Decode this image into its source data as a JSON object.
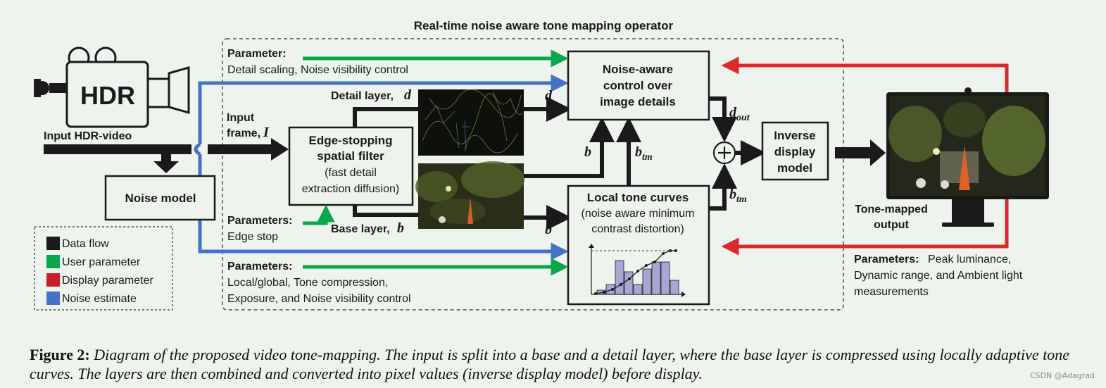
{
  "title": "Real-time noise aware tone mapping operator",
  "camera": {
    "label": "HDR",
    "caption": "Input HDR-video"
  },
  "noise_model": "Noise model",
  "input_frame": {
    "label": "Input",
    "label2": "frame,",
    "symbol": "I"
  },
  "edge_filter": {
    "title1": "Edge-stopping",
    "title2": "spatial filter",
    "sub1": "(fast detail",
    "sub2": "extraction diffusion)"
  },
  "detail_layer": {
    "label": "Detail layer,",
    "symbol": "d"
  },
  "base_layer": {
    "label": "Base layer,",
    "symbol": "b"
  },
  "noise_aware": {
    "line1": "Noise-aware",
    "line2": "control over",
    "line3": "image details"
  },
  "local_tone": {
    "title": "Local tone curves",
    "sub1": "(noise aware minimum",
    "sub2": "contrast  distortion)"
  },
  "inverse_display": {
    "line1": "Inverse",
    "line2": "display",
    "line3": "model"
  },
  "symbols": {
    "d": "d",
    "b": "b",
    "b_tm": "b",
    "tm": "tm",
    "d_out": "d",
    "out": "out",
    "plus": "+"
  },
  "output": {
    "line1": "Tone-mapped",
    "line2": "output"
  },
  "params_top": {
    "title": "Parameter:",
    "text": "Detail scaling, Noise visibility control"
  },
  "params_edge": {
    "title": "Parameters:",
    "text": "Edge stop"
  },
  "params_bottom": {
    "title": "Parameters:",
    "text1": "Local/global, Tone compression,",
    "text2": "Exposure, and Noise visibility control"
  },
  "params_display": {
    "title": "Parameters:",
    "text1": "Peak luminance,",
    "text2": "Dynamic range, and Ambient light",
    "text3": "measurements"
  },
  "legend": [
    {
      "label": "Data flow",
      "color": "#1a1a1a"
    },
    {
      "label": "User parameter",
      "color": "#0aa64b"
    },
    {
      "label": "Display parameter",
      "color": "#c8202a"
    },
    {
      "label": "Noise estimate",
      "color": "#4472c4"
    }
  ],
  "colors": {
    "data": "#1a1a1a",
    "user": "#0aa64b",
    "display": "#d92a2e",
    "noise": "#4472c4",
    "bars": "#a9a6d6"
  },
  "caption": {
    "figure": "Figure 2:",
    "text": "Diagram of the proposed video tone-mapping. The input is split into a base and a detail layer, where the base layer is compressed using locally adaptive tone curves. The layers are then combined and converted into pixel values (inverse display model) before display."
  },
  "watermark": "CSDN @Adagrad"
}
